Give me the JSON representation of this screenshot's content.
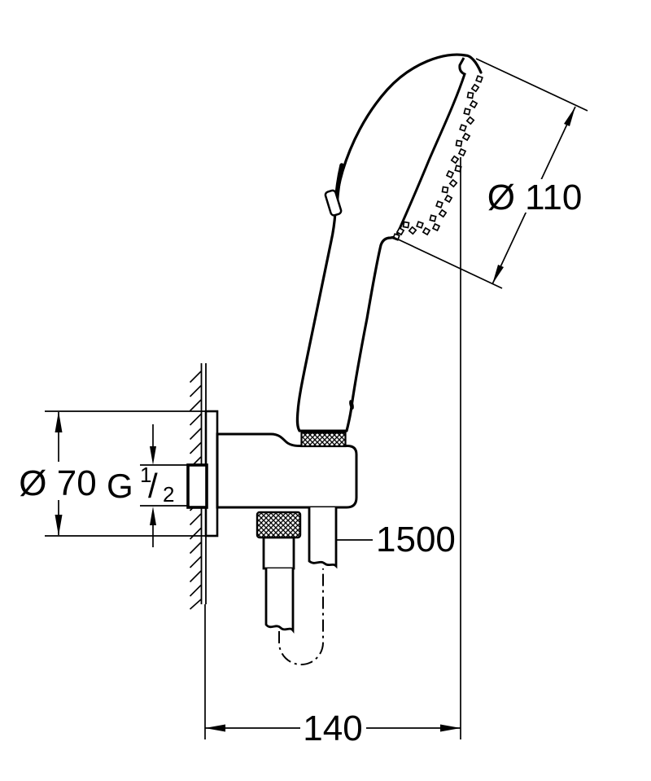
{
  "drawing": {
    "head_diameter_label": "Ø 110",
    "plate_diameter_label": "Ø 70",
    "thread_label": {
      "letter": "G",
      "numerator": "1",
      "slash": "/",
      "denominator": "2"
    },
    "hose_length_label": "1500",
    "wall_offset_label": "140"
  },
  "colors": {
    "line": "#000000",
    "background": "#ffffff"
  }
}
